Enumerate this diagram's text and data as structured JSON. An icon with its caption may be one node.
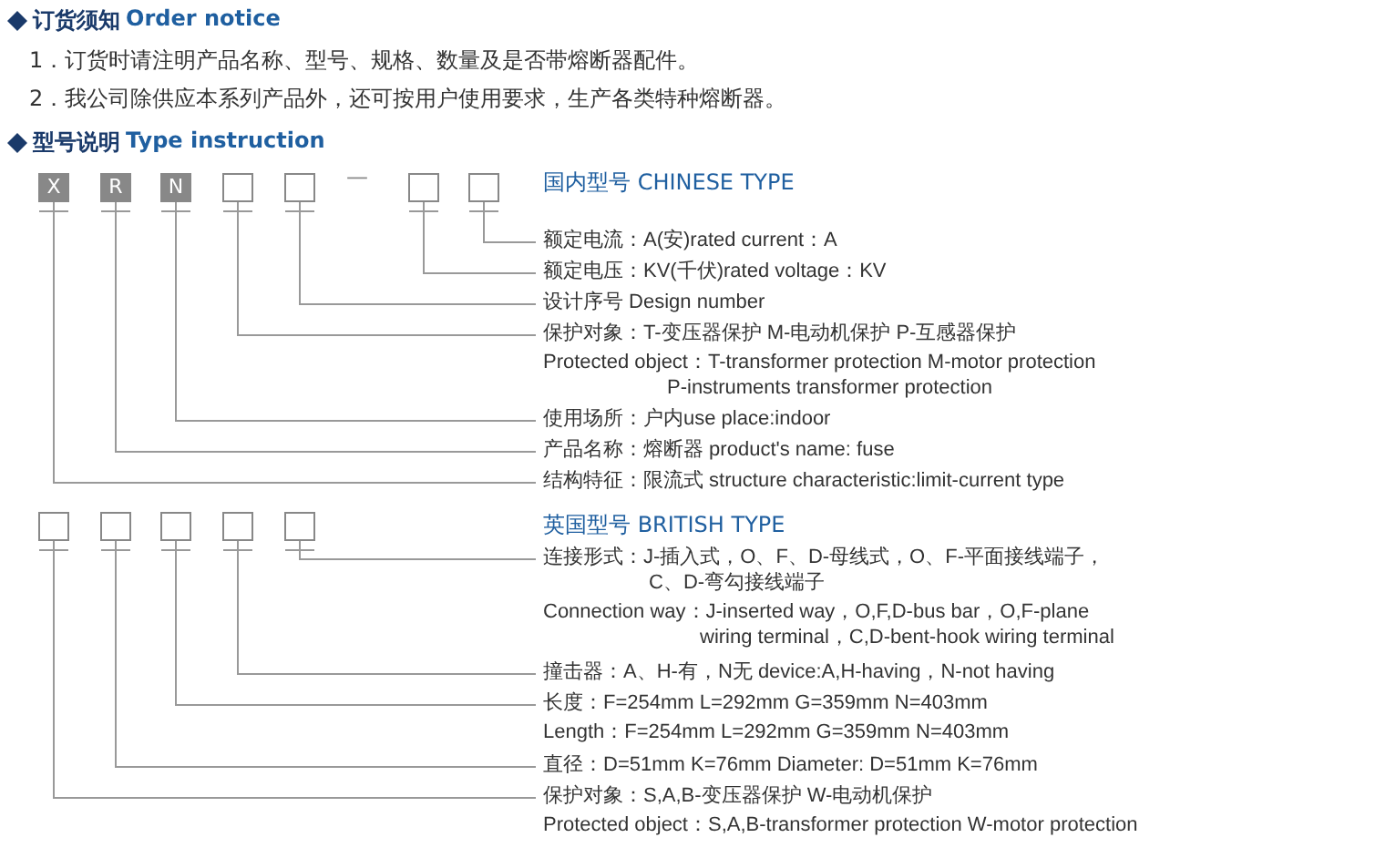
{
  "diagram": {
    "nodes": [
      {
        "text": [
          "X"
        ]
      },
      {
        "text": [
          "R"
        ]
      },
      {
        "text": [
          "N"
        ]
      },
      {
        "text": [],
        "shape": "box"
      },
      {
        "text": [],
        "shape": "box"
      },
      {
        "text": [],
        "shape": "box"
      },
      {
        "text": [],
        "shape": "box"
      },
      {
        "text": [
          "额定电流：A(安)rated current：A"
        ]
      },
      {
        "text": [
          "额定电压：KV(千伏)rated voltage：KV"
        ]
      },
      {
        "text": [
          "设计序号 Design number"
        ]
      },
      {
        "text": [
          "保护对象：T-变压器保护 M-电动机保护 P-互感器保护",
          "Protected object：T-transformer protection M-motor protection P-instruments transformer protection"
        ]
      },
      {
        "text": [
          "使用场所：户内use place:indoor"
        ]
      },
      {
        "text": [
          "产品名称：熔断器 product's name: fuse"
        ]
      },
      {
        "text": [
          "结构特征：限流式 structure characteristic:limit-current type"
        ]
      },
      {
        "text": [],
        "shape": "box"
      },
      {
        "text": [],
        "shape": "box"
      },
      {
        "text": [],
        "shape": "box"
      },
      {
        "text": [],
        "shape": "box"
      },
      {
        "text": [],
        "shape": "box"
      },
      {
        "text": [
          "连接形式：J-插入式，O、F、D-母线式，O、F-平面接线端子，C、D-弯勾接线端子",
          "Connection way：J-inserted way，O,F,D-bus bar，O,F-plane wiring terminal，C,D-bent-hook wiring terminal"
        ]
      },
      {
        "text": [
          "撞击器：A、H-有，N无 device:A,H-having，N-not having"
        ]
      },
      {
        "text": [
          "长度：F=254mm L=292mm G=359mm N=403mm",
          "Length：F=254mm L=292mm G=359mm N=403mm"
        ]
      },
      {
        "text": [
          "直径：D=51mm K=76mm Diameter: D=51mm K=76mm"
        ]
      },
      {
        "text": [
          "保护对象：S,A,B-变压器保护 W-电动机保护",
          "Protected object：S,A,B-transformer protection W-motor protection"
        ]
      }
    ],
    "edges": [
      {
        "from": 6,
        "to": 7,
        "arrow": "none"
      },
      {
        "from": 5,
        "to": 8,
        "arrow": "none"
      },
      {
        "from": 4,
        "to": 9,
        "arrow": "none"
      },
      {
        "from": 3,
        "to": 10,
        "arrow": "none"
      },
      {
        "from": 2,
        "to": 11,
        "arrow": "none"
      },
      {
        "from": 1,
        "to": 12,
        "arrow": "none"
      },
      {
        "from": 0,
        "to": 13,
        "arrow": "none"
      },
      {
        "from": 18,
        "to": 19,
        "arrow": "none"
      },
      {
        "from": 17,
        "to": 20,
        "arrow": "none"
      },
      {
        "from": 16,
        "to": 21,
        "arrow": "none"
      },
      {
        "from": 15,
        "to": 22,
        "arrow": "none"
      },
      {
        "from": 14,
        "to": 23,
        "arrow": "none"
      }
    ],
    "labels": [
      "订货须知",
      "Order notice",
      "1．订货时请注明产品名称、型号、规格、数量及是否带熔断器配件。",
      "2．我公司除供应本系列产品外，还可按用户使用要求，生产各类特种熔断器。",
      "型号说明",
      "Type instruction",
      "—",
      "国内型号 CHINESE TYPE",
      "英国型号 BRITISH TYPE"
    ]
  }
}
